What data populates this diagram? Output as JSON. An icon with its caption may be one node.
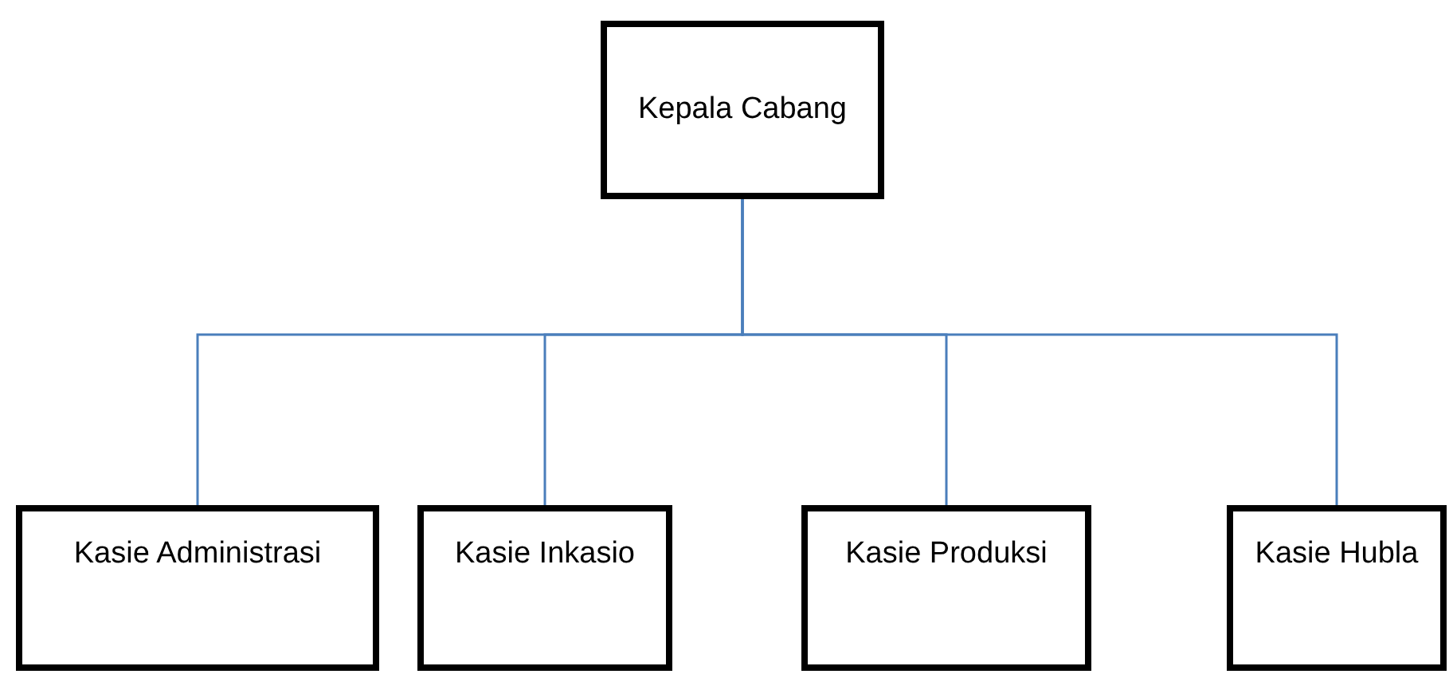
{
  "diagram": {
    "nodes": [
      {
        "text": [
          "Kepala Cabang"
        ]
      },
      {
        "text": [
          "Kasie Administrasi"
        ]
      },
      {
        "text": [
          "Kasie Inkasio"
        ]
      },
      {
        "text": [
          "Kasie Produksi"
        ]
      },
      {
        "text": [
          "Kasie Hubla"
        ]
      }
    ],
    "edges": [
      {
        "from": 0,
        "to": 1,
        "arrow": "none"
      },
      {
        "from": 0,
        "to": 2,
        "arrow": "none"
      },
      {
        "from": 0,
        "to": 3,
        "arrow": "none"
      },
      {
        "from": 0,
        "to": 4,
        "arrow": "none"
      }
    ]
  }
}
